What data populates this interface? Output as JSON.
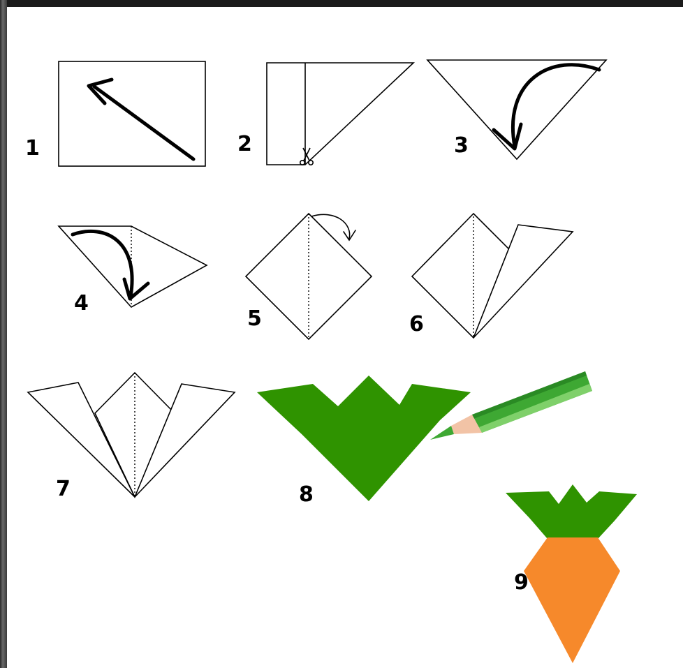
{
  "steps": [
    {
      "number": "1"
    },
    {
      "number": "2"
    },
    {
      "number": "3"
    },
    {
      "number": "4"
    },
    {
      "number": "5"
    },
    {
      "number": "6"
    },
    {
      "number": "7"
    },
    {
      "number": "8"
    },
    {
      "number": "9"
    }
  ],
  "colors": {
    "leaf_green": "#2f9300",
    "carrot_orange": "#f6892b",
    "pencil_green": "#3ea833",
    "pencil_light": "#7fd06a",
    "pencil_wood": "#f2c3a6",
    "frame_dark": "#1b1b1b"
  },
  "icons": [
    "scissors-icon",
    "fold-arrow-icon",
    "green-pencil-icon"
  ]
}
